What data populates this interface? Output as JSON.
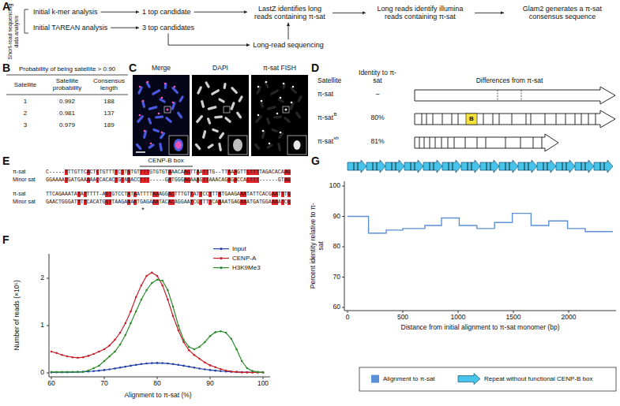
{
  "diagram": {
    "nodes": [
      {
        "text": [
          "Initial k-mer analysis"
        ]
      },
      {
        "text": [
          "1 top candidate"
        ]
      },
      {
        "text": [
          "Initial TAREAN analysis"
        ]
      },
      {
        "text": [
          "3 top candidates"
        ]
      },
      {
        "text": [
          "Long-read sequencing"
        ]
      },
      {
        "text": [
          "LastZ identifies long reads containing π-sat"
        ]
      },
      {
        "text": [
          "Long reads identify illumina reads containing π-sat"
        ]
      },
      {
        "text": [
          "Glam2 generates a π-sat consensus sequence"
        ]
      }
    ],
    "edges": [
      {
        "from": 0,
        "to": 1,
        "arrow": "to"
      },
      {
        "from": 2,
        "to": 3,
        "arrow": "to"
      },
      {
        "from": 1,
        "to": 5,
        "arrow": "to"
      },
      {
        "from": 3,
        "to": 4,
        "arrow": "to"
      },
      {
        "from": 4,
        "to": 5,
        "arrow": "to"
      },
      {
        "from": 5,
        "to": 6,
        "arrow": "to"
      },
      {
        "from": 6,
        "to": 7,
        "arrow": "to"
      }
    ],
    "labels": [
      "A",
      "Short-read sequencing data analysis",
      "B",
      "Probability of being satellite > 0.90",
      "Satellite",
      "Satellite probability",
      "Consensus length",
      "1",
      "0.992",
      "188",
      "2",
      "0.981",
      "137",
      "3",
      "0.979",
      "189",
      "C",
      "Merge",
      "DAPI",
      "π-sat FISH",
      "D",
      "Satellite",
      "Identity to π-sat",
      "Differences from π-sat",
      "π-sat",
      "–",
      "π-sat",
      "B",
      "80%",
      "B",
      "π-sat",
      "sh",
      "81%",
      "E",
      "CENP-B box",
      "π-sat",
      "C-----TTTGTTCACTCTGTTTTCTTGTGTTTTGTGTGTAAACAAGTTAATTTG--TTAAAGTTCTTTTAGACACAAG",
      "Minor sat",
      "GGAAAATGATGAAAAACCACACTGTAGACCTTT-----GATGGGAGAAAGTTAAACAGAGACCACTTT------GTAG",
      "π-sat",
      "TTCAGAAATATATTTTT-AGTGTCCTATAATTTTAAAGGACTTTGTTATTCCTTTATGAAGAAATATTCACGAATTTG",
      "Minor sat",
      "GAACTGGGATTTTCACATGGTTAAGAAAATGAGAAATACACAGGAATCGTTTTCAAAATGAGAAATGATGGAAAATCG",
      "*",
      "F",
      "Number of reads (×10⁵)",
      "2",
      "1",
      "0",
      "60",
      "70",
      "80",
      "90",
      "100",
      "Alignment to π-sat (%)",
      "G",
      "Percent identity relative to π-sat",
      "60",
      "70",
      "80",
      "90",
      "100",
      "0",
      "500",
      "1000",
      "1500",
      "2000",
      "Distance from initial alignment to π-sat monomer (bp)"
    ],
    "legend": [
      {
        "text": "Input"
      },
      {
        "text": "CENP-A"
      },
      {
        "text": "H3K9Me3"
      },
      {
        "text": "Alignment to π-sat",
        "color": "#5b8fd6"
      },
      {
        "text": "Repeat without functional CENP-B box"
      }
    ]
  }
}
